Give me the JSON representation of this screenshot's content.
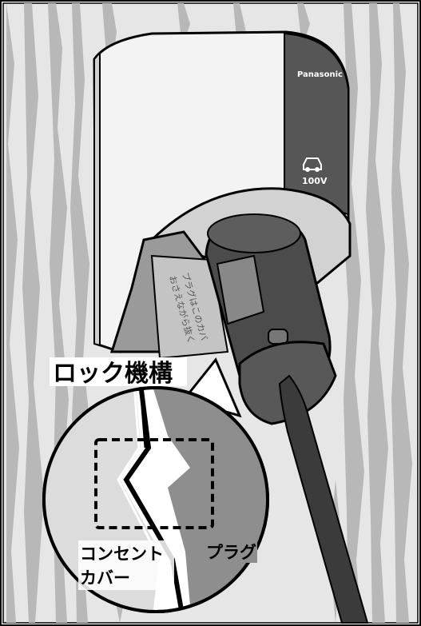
{
  "illustration": {
    "brand_label": "Panasonic",
    "device_marking": "100V",
    "cover_label_line1": "プラグはこのカバ",
    "cover_label_line2": "おさえながら抜く"
  },
  "callouts": {
    "lock_mechanism": "ロック機構",
    "outlet_cover_line1": "コンセント",
    "outlet_cover_line2": "カバー",
    "plug": "プラグ"
  },
  "icons": {
    "ev_car": "car-plug-icon"
  },
  "colors": {
    "wall_light": "#e4e4e4",
    "wall_dark": "#b9b9b9",
    "body_white": "#f4f4f4",
    "panel_dark": "#555555",
    "plug_dark": "#4a4a4a",
    "cable": "#3a3a3a",
    "callout_fill": "#9b9b9b",
    "outline": "#000000"
  }
}
